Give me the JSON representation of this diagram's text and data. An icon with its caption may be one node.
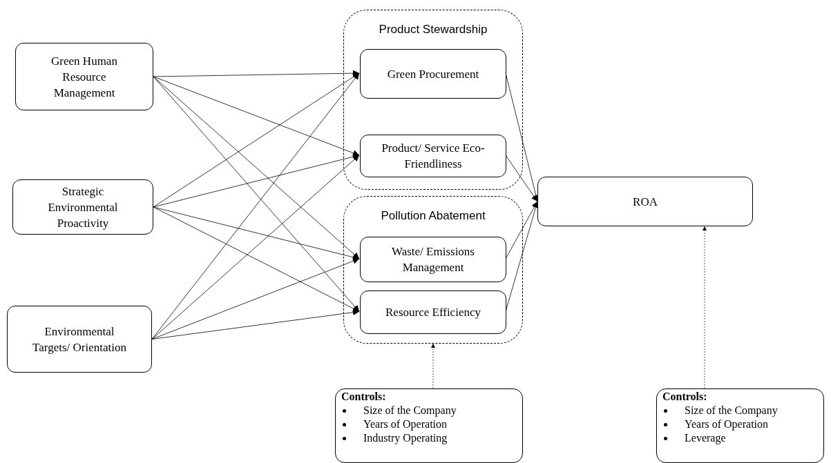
{
  "diagram": {
    "nodes": [
      {
        "text": [
          "Green Human Resource Management"
        ]
      },
      {
        "text": [
          "Strategic Environmental Proactivity"
        ]
      },
      {
        "text": [
          "Environmental Targets/ Orientation"
        ]
      },
      {
        "text": [
          "Product Stewardship"
        ]
      },
      {
        "text": [
          "Green Procurement"
        ],
        "in": 3
      },
      {
        "text": [
          "Product/ Service Eco- Friendliness"
        ],
        "in": 3
      },
      {
        "text": [
          "Pollution Abatement"
        ]
      },
      {
        "text": [
          "Waste/ Emissions Management"
        ],
        "in": 6
      },
      {
        "text": [
          "Resource Efficiency"
        ],
        "in": 6
      },
      {
        "text": [
          "ROA"
        ]
      },
      {
        "text": [
          "Controls:",
          "Size of the Company",
          "Years of Operation",
          "Industry Operating"
        ]
      },
      {
        "text": [
          "Controls:",
          "Size of the Company",
          "Years of Operation",
          "Leverage"
        ]
      }
    ],
    "edges": [
      {
        "from": 0,
        "to": 4,
        "arrow": "to"
      },
      {
        "from": 0,
        "to": 5,
        "arrow": "to"
      },
      {
        "from": 0,
        "to": 7,
        "arrow": "to"
      },
      {
        "from": 0,
        "to": 8,
        "arrow": "to"
      },
      {
        "from": 1,
        "to": 4,
        "arrow": "to"
      },
      {
        "from": 1,
        "to": 5,
        "arrow": "to"
      },
      {
        "from": 1,
        "to": 7,
        "arrow": "to"
      },
      {
        "from": 1,
        "to": 8,
        "arrow": "to"
      },
      {
        "from": 2,
        "to": 4,
        "arrow": "to"
      },
      {
        "from": 2,
        "to": 5,
        "arrow": "to"
      },
      {
        "from": 2,
        "to": 7,
        "arrow": "to"
      },
      {
        "from": 2,
        "to": 8,
        "arrow": "to"
      },
      {
        "from": 4,
        "to": 9,
        "arrow": "to"
      },
      {
        "from": 5,
        "to": 9,
        "arrow": "to"
      },
      {
        "from": 7,
        "to": 9,
        "arrow": "to"
      },
      {
        "from": 8,
        "to": 9,
        "arrow": "to"
      },
      {
        "from": 10,
        "to": 6,
        "arrow": "to",
        "style": "dashed"
      },
      {
        "from": 11,
        "to": 9,
        "arrow": "to",
        "style": "dashed"
      }
    ]
  }
}
